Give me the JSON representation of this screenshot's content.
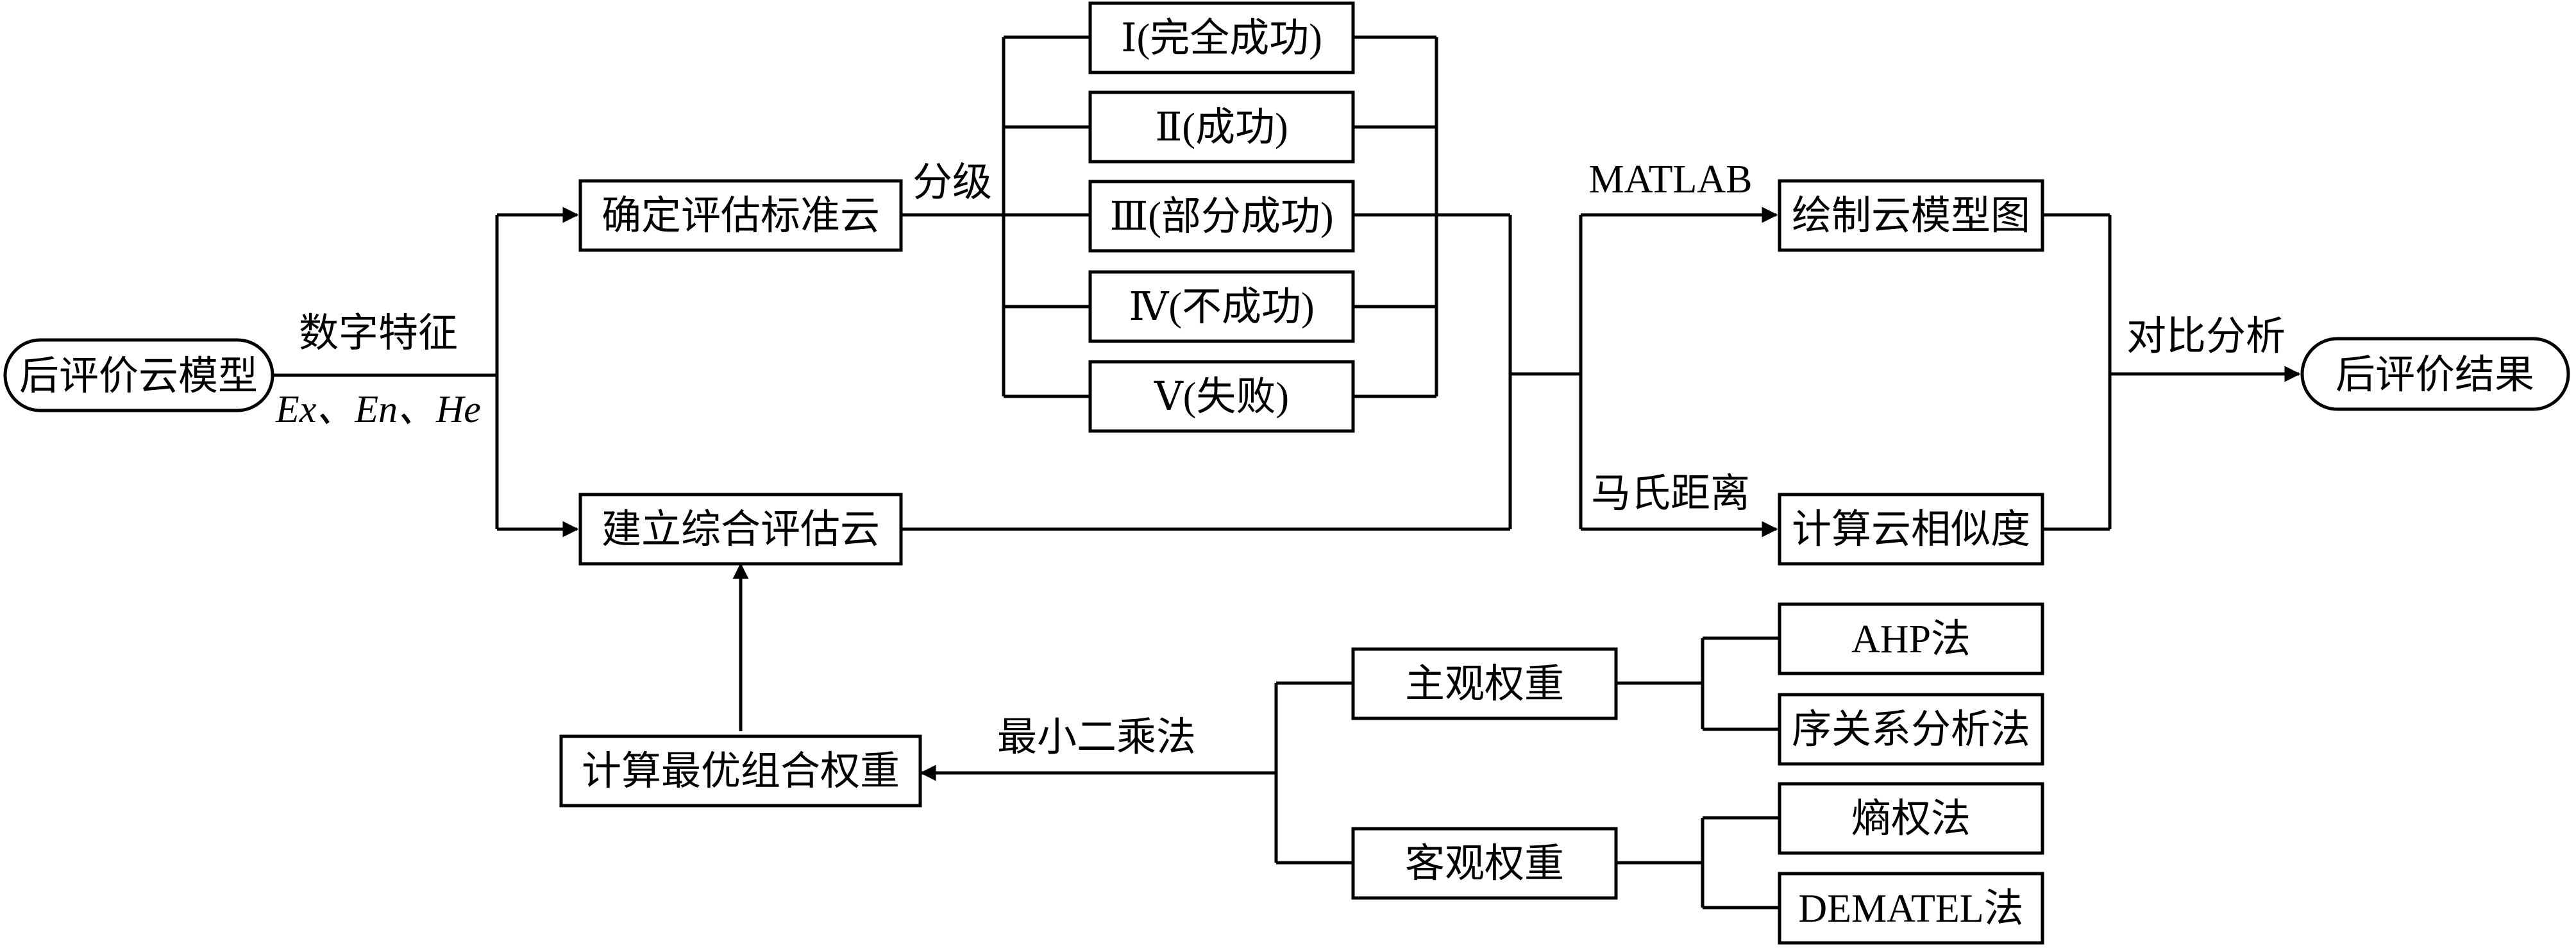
{
  "nodes": {
    "start": "后评价云模型",
    "standard_cloud": "确定评估标准云",
    "grade_1": "Ⅰ(完全成功)",
    "grade_2": "Ⅱ(成功)",
    "grade_3": "Ⅲ(部分成功)",
    "grade_4": "Ⅳ(不成功)",
    "grade_5": "Ⅴ(失败)",
    "comprehensive_cloud": "建立综合评估云",
    "draw_cloud": "绘制云模型图",
    "similarity": "计算云相似度",
    "result": "后评价结果",
    "optimal_weight": "计算最优组合权重",
    "subjective_weight": "主观权重",
    "objective_weight": "客观权重",
    "ahp": "AHP法",
    "order_relation": "序关系分析法",
    "entropy": "熵权法",
    "dematel": "DEMATEL法"
  },
  "edge_labels": {
    "numeric_features": "数字特征",
    "ex_en_he": "Ex、En、He",
    "grading": "分级",
    "matlab": "MATLAB",
    "mahalanobis": "马氏距离",
    "compare_analysis": "对比分析",
    "least_squares": "最小二乘法"
  },
  "colors": {
    "stroke": "#000000",
    "fill": "#ffffff",
    "text": "#000000"
  }
}
